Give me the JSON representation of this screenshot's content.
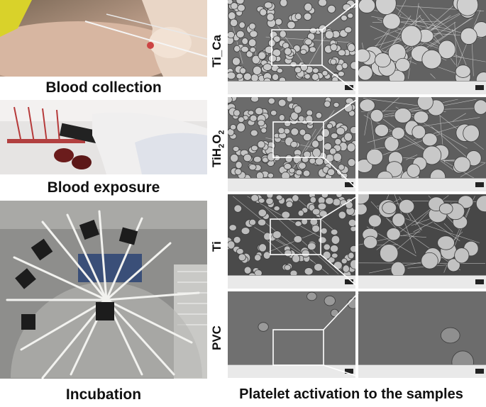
{
  "captions": {
    "blood_collection": "Blood collection",
    "blood_exposure": "Blood exposure",
    "incubation": "Incubation",
    "platelet_activation": "Platelet activation to the samples"
  },
  "row_labels": {
    "ti_ca": "Ti_Ca",
    "tih2o2_main": "TiH",
    "tih2o2_sub1": "2",
    "tih2o2_mid": "O",
    "tih2o2_sub2": "2",
    "ti": "Ti",
    "pvc": "PVC"
  }
}
